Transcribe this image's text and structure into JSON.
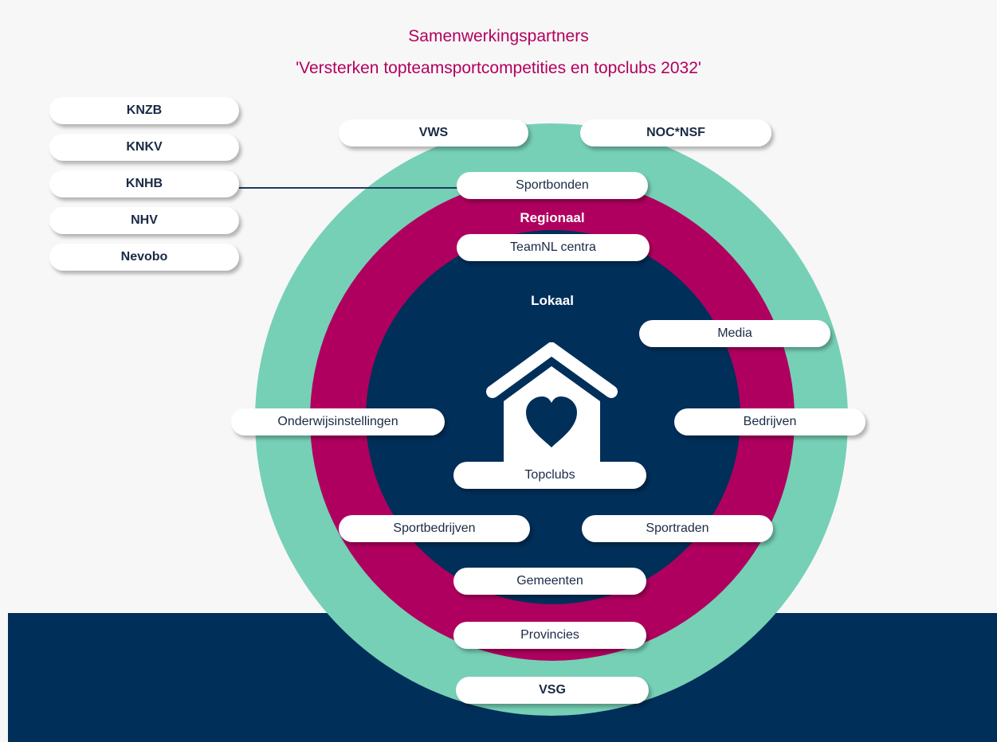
{
  "title": {
    "line1": "Samenwerkingspartners",
    "line2": "'Versterken topteamsportcompetities en topclubs 2032'"
  },
  "bonds": [
    "KNZB",
    "KNKV",
    "KNHB",
    "NHV",
    "Nevobo"
  ],
  "outer_ring": {
    "top_left": "VWS",
    "top_right": "NOC*NSF",
    "top_center": "Sportbonden",
    "bottom": "VSG"
  },
  "mid_ring": {
    "label": "Regionaal",
    "top": "TeamNL centra",
    "bottom": "Provincies"
  },
  "inner_ring": {
    "label": "Lokaal",
    "media": "Media",
    "onderwijs": "Onderwijsinstellingen",
    "bedrijven": "Bedrijven",
    "topclubs": "Topclubs",
    "sportbedrijven": "Sportbedrijven",
    "sportraden": "Sportraden",
    "gemeenten": "Gemeenten"
  },
  "colors": {
    "outer": "#76d0b6",
    "mid": "#b0005f",
    "inner": "#002f5a",
    "title": "#b3005e",
    "band": "#002f5a"
  },
  "icons": {
    "center": "house-heart-icon"
  }
}
